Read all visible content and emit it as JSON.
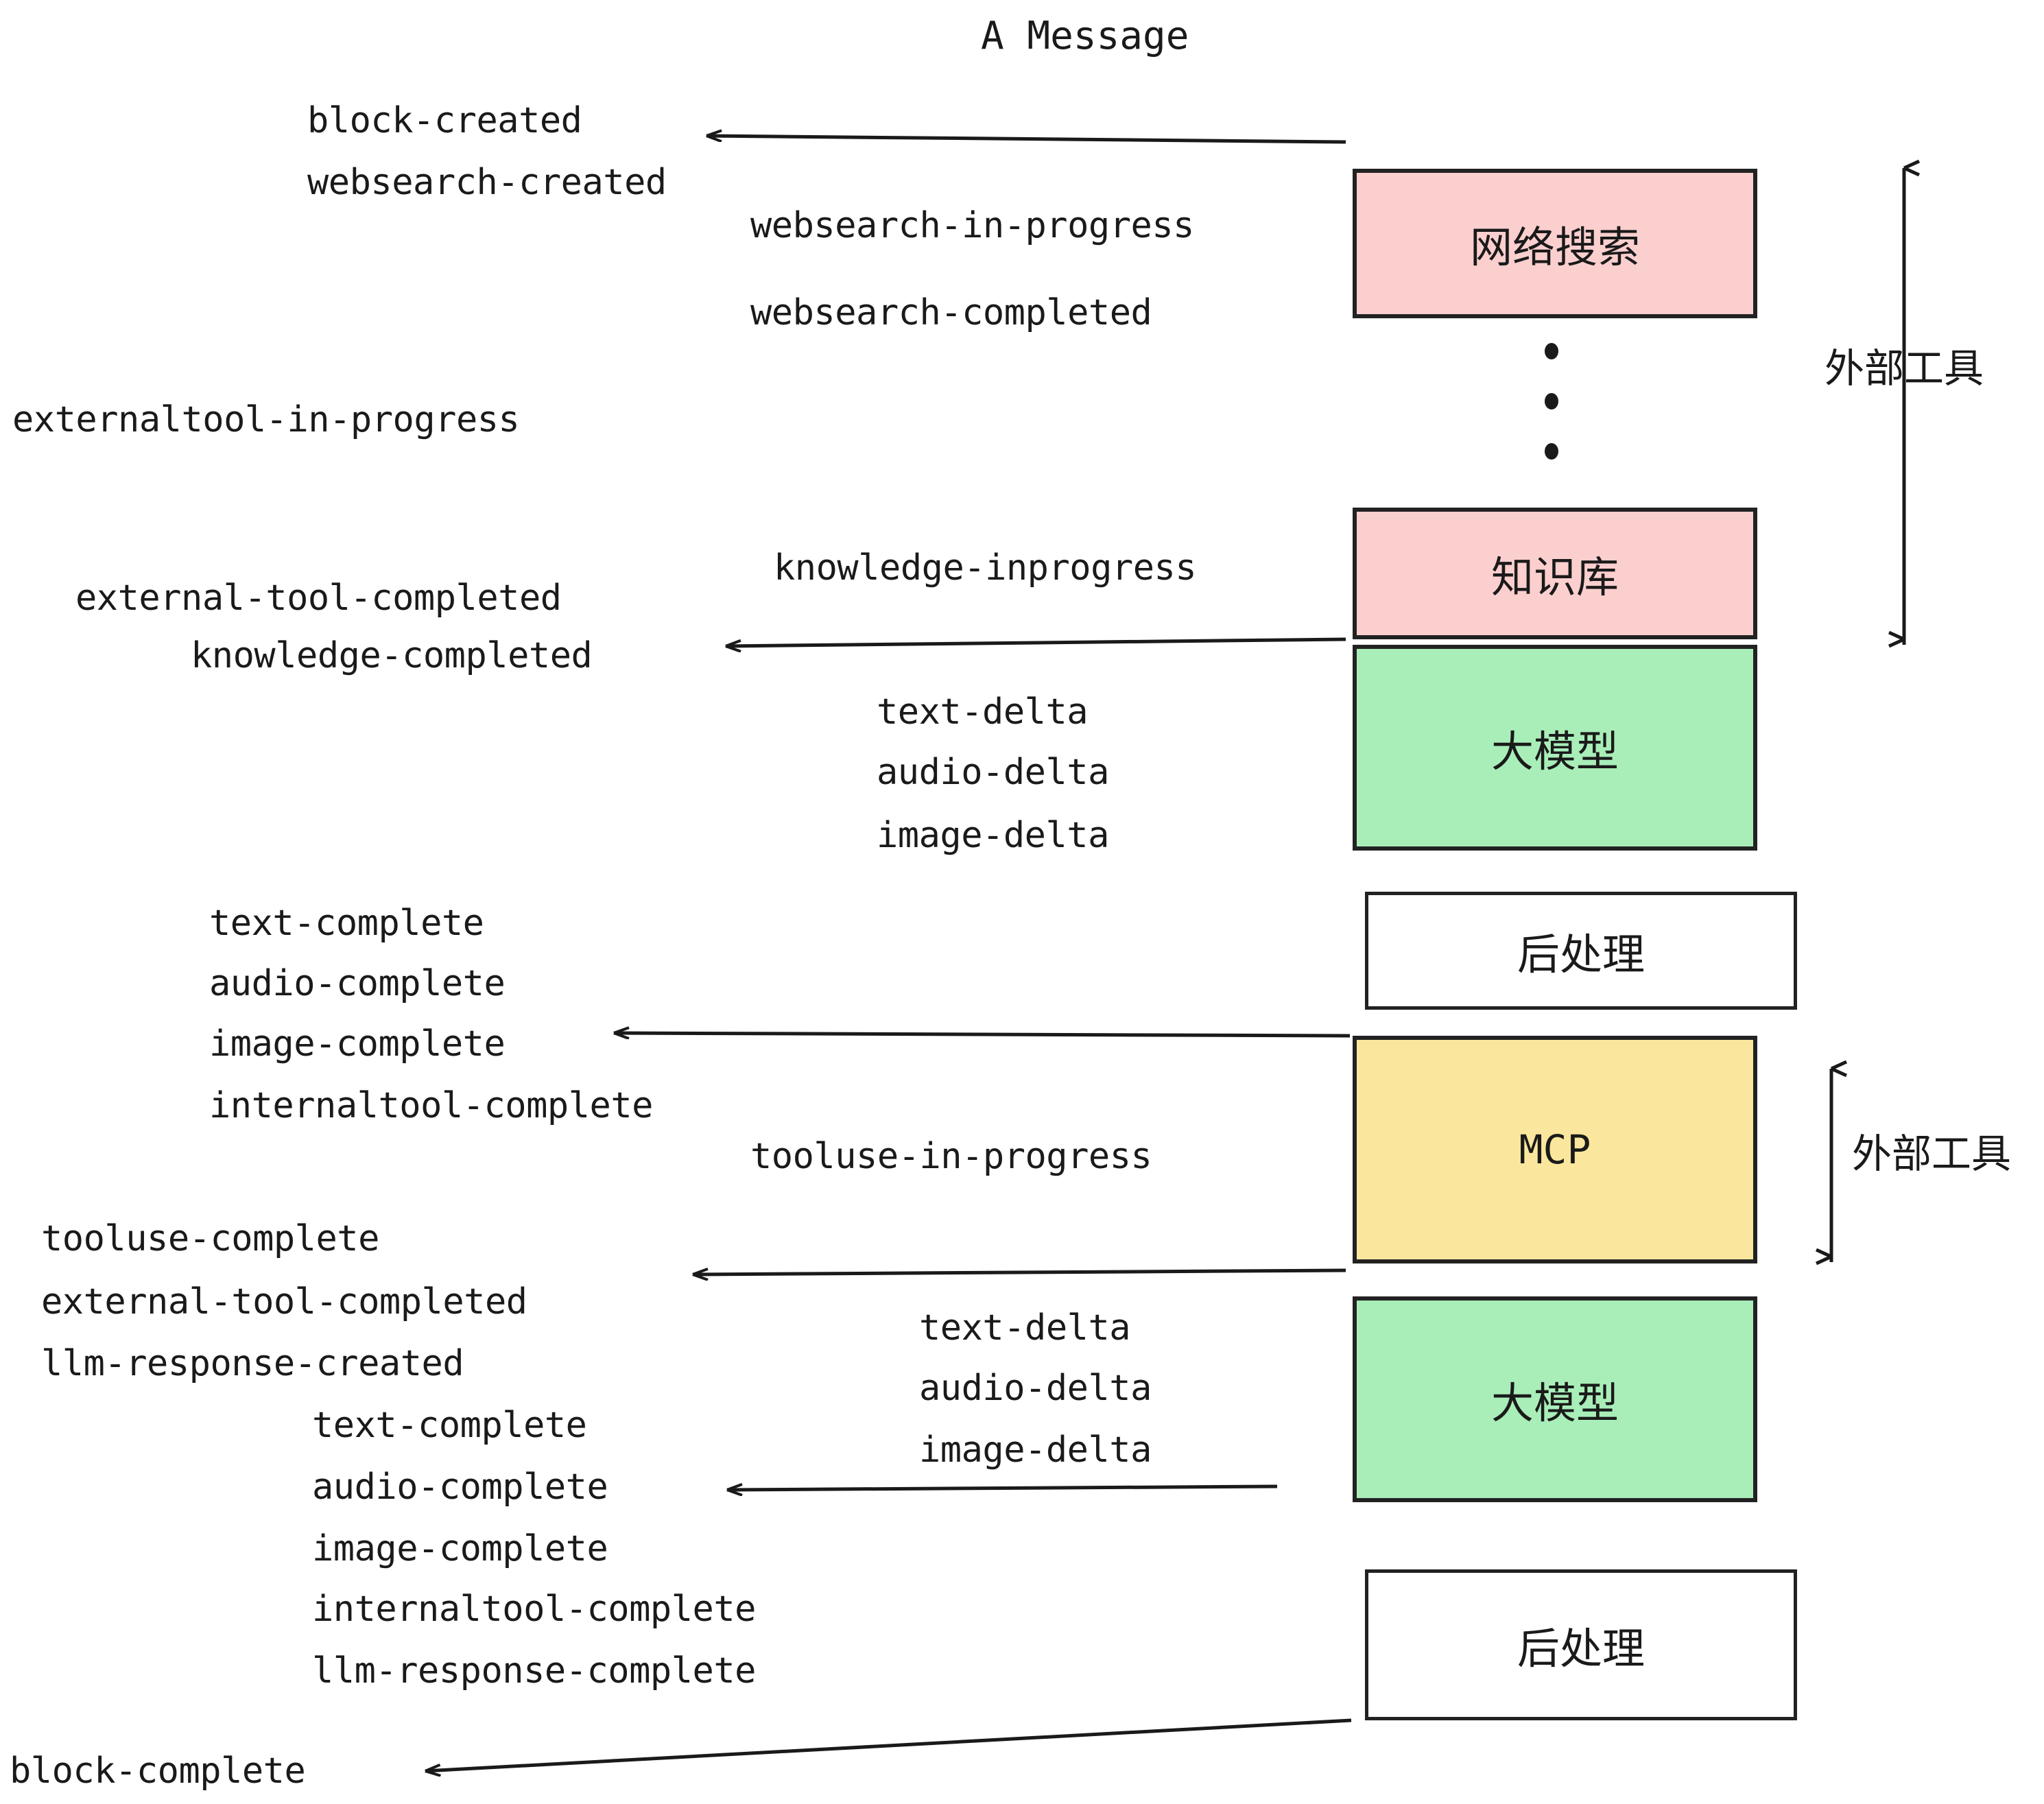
{
  "diagram": {
    "title": "A Message",
    "type": "event-stream-sequence",
    "nodes": [
      {
        "id": "websearch",
        "label": "网络搜索",
        "color": "#fccfcf"
      },
      {
        "id": "knowledge",
        "label": "知识库",
        "color": "#fccfcf"
      },
      {
        "id": "llm1",
        "label": "大模型",
        "color": "#a9eeb9"
      },
      {
        "id": "post1",
        "label": "后处理",
        "color": "#ffffff"
      },
      {
        "id": "mcp",
        "label": "MCP",
        "color": "#fae79d"
      },
      {
        "id": "llm2",
        "label": "大模型",
        "color": "#a9eeb9"
      },
      {
        "id": "post2",
        "label": "后处理",
        "color": "#ffffff"
      }
    ],
    "side_brackets": [
      {
        "id": "bracket-top",
        "label": "外部工具"
      },
      {
        "id": "bracket-bottom",
        "label": "外部工具"
      }
    ],
    "events": {
      "block_created": "block-created",
      "websearch_created": "websearch-created",
      "websearch_in_progress": "websearch-in-progress",
      "websearch_completed": "websearch-completed",
      "externaltool_in_progress": "externaltool-in-progress",
      "knowledge_inprogress": "knowledge-inprogress",
      "external_tool_completed_1": "external-tool-completed",
      "knowledge_completed": "knowledge-completed",
      "text_delta_1": "text-delta",
      "audio_delta_1": "audio-delta",
      "image_delta_1": "image-delta",
      "text_complete_1": "text-complete",
      "audio_complete_1": "audio-complete",
      "image_complete_1": "image-complete",
      "internaltool_complete_1": "internaltool-complete",
      "tooluse_in_progress": "tooluse-in-progress",
      "tooluse_complete": "tooluse-complete",
      "external_tool_completed_2": "external-tool-completed",
      "llm_response_created": "llm-response-created",
      "text_delta_2": "text-delta",
      "audio_delta_2": "audio-delta",
      "image_delta_2": "image-delta",
      "text_complete_2": "text-complete",
      "audio_complete_2": "audio-complete",
      "image_complete_2": "image-complete",
      "internaltool_complete_2": "internaltool-complete",
      "llm_response_complete": "llm-response-complete",
      "block_complete": "block-complete"
    },
    "colors": {
      "ink": "#1a1a1a",
      "pink": "#fccfcf",
      "green": "#a9eeb9",
      "yellow": "#fae79d",
      "white": "#ffffff",
      "background": "#ffffff"
    }
  }
}
